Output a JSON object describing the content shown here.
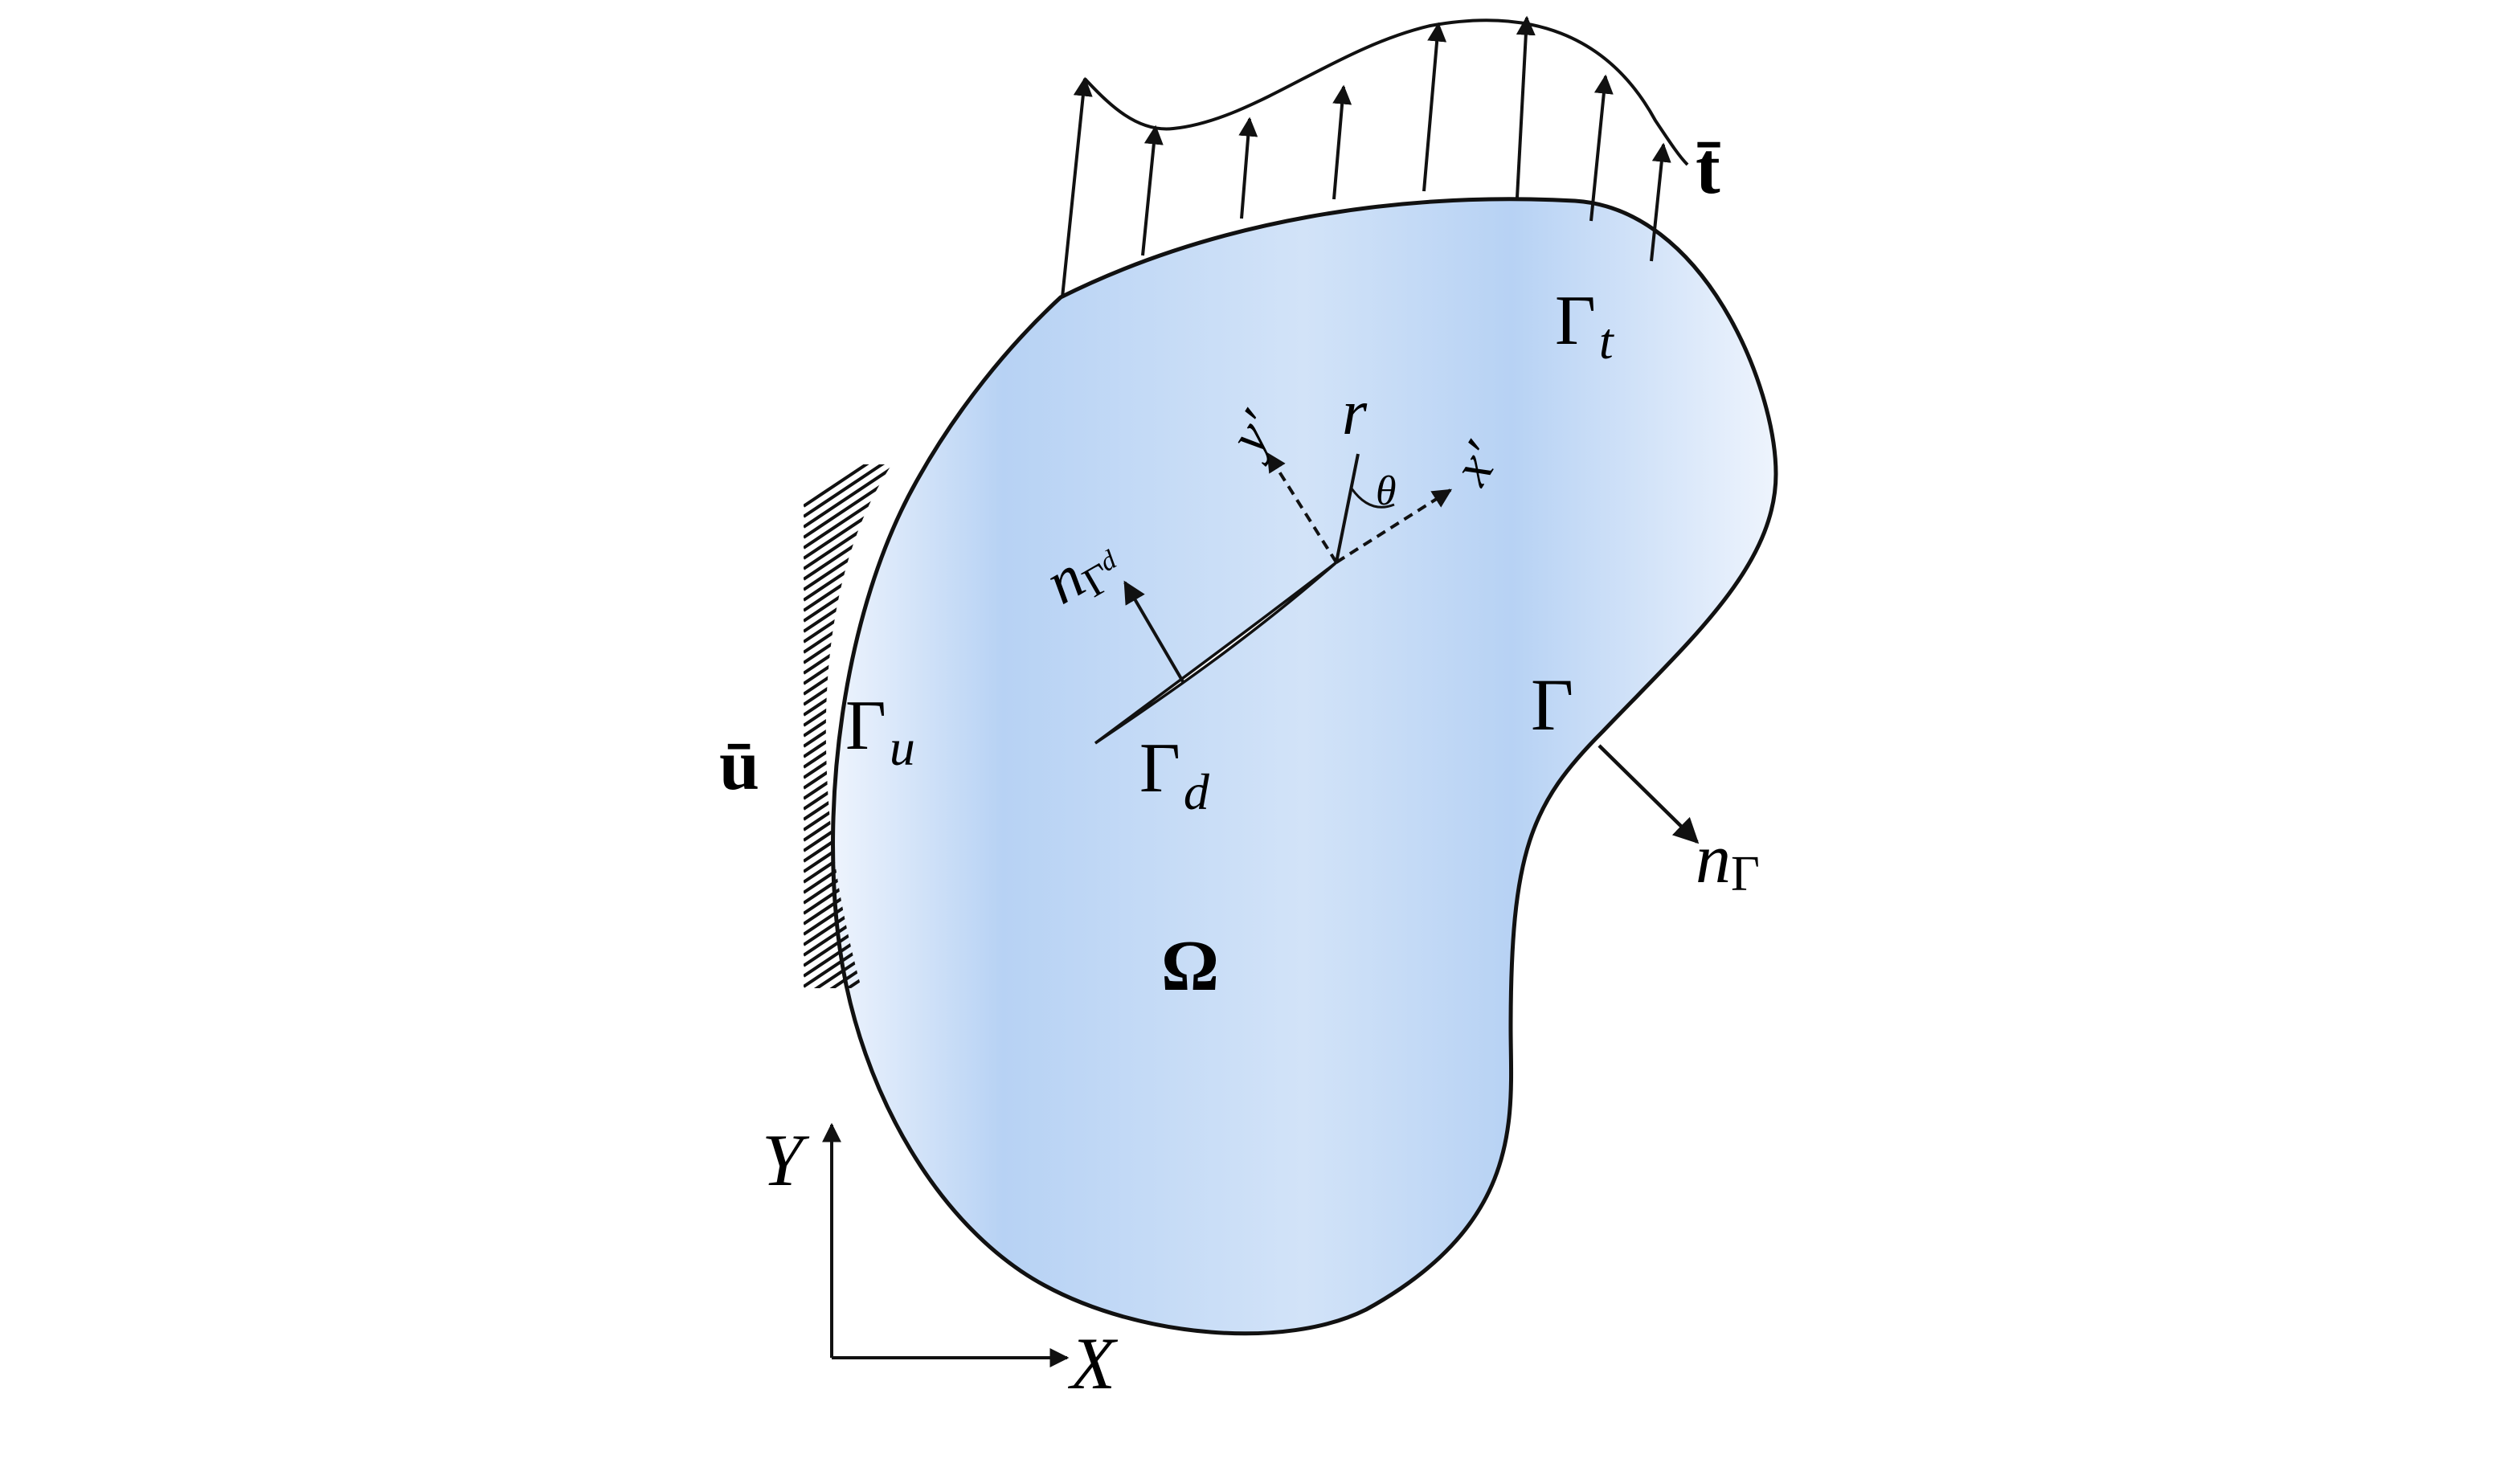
{
  "labels": {
    "traction": "t̄",
    "gamma_t_base": "Γ",
    "gamma_t_sub": "t",
    "r": "r",
    "y_prime": "y′",
    "x_prime": "x′",
    "theta": "θ",
    "n_gamma_d_base": "n",
    "n_gamma_d_sub": "Γ",
    "n_gamma_d_subsub": "d",
    "gamma": "Γ",
    "gamma_u_base": "Γ",
    "gamma_u_sub": "u",
    "displacement": "ū",
    "gamma_d_base": "Γ",
    "gamma_d_sub": "d",
    "n_gamma_base": "n",
    "n_gamma_sub": "Γ",
    "omega": "Ω",
    "axis_y": "Y",
    "axis_x": "X"
  },
  "colors": {
    "fill_light": "#eef4fd",
    "fill_mid": "#d2e3f8",
    "fill_dark": "#b7d2f4",
    "stroke": "#111111"
  }
}
